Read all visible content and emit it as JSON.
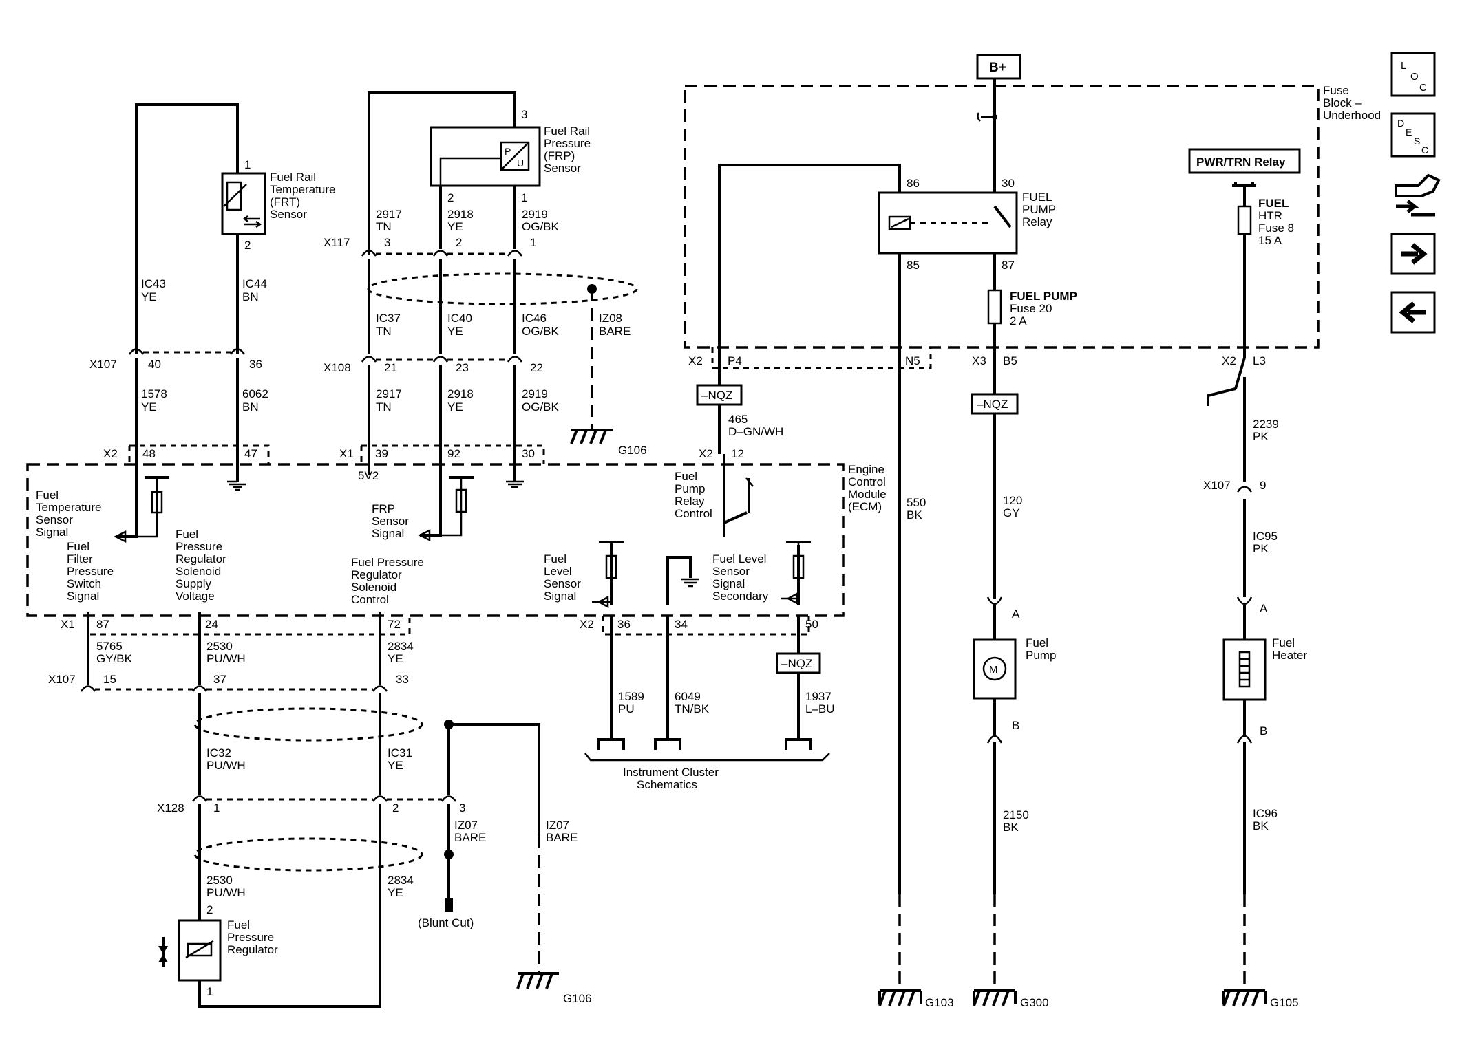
{
  "components": {
    "frt_sensor": [
      "Fuel Rail",
      "Temperature",
      "(FRT)",
      "Sensor"
    ],
    "frp_sensor": [
      "Fuel Rail",
      "Pressure",
      "(FRP)",
      "Sensor"
    ],
    "fuel_pump_relay": [
      "FUEL",
      "PUMP",
      "Relay"
    ],
    "fuse_block": [
      "Fuse",
      "Block –",
      "Underhood"
    ],
    "fuel_htr_fuse": [
      "FUEL",
      "HTR",
      "Fuse 8",
      "15 A"
    ],
    "fuel_pump_fuse": [
      "FUEL PUMP",
      "Fuse 20",
      "2 A"
    ],
    "ecm": [
      "Engine",
      "Control",
      "Module",
      "(ECM)"
    ],
    "fuel_pump": [
      "Fuel",
      "Pump"
    ],
    "fuel_heater": [
      "Fuel",
      "Heater"
    ],
    "fuel_pressure_regulator": [
      "Fuel",
      "Pressure",
      "Regulator"
    ],
    "instrument_cluster": [
      "Instrument Cluster",
      "Schematics"
    ]
  },
  "badges": {
    "b_plus": "B+",
    "pwr_trn_relay": "PWR/TRN Relay",
    "nqz": "–NQZ"
  },
  "ecm_signals": {
    "fuel_temp": [
      "Fuel",
      "Temperature",
      "Sensor",
      "Signal"
    ],
    "fuel_filter": [
      "Fuel",
      "Filter",
      "Pressure",
      "Switch",
      "Signal"
    ],
    "fpr_supply": [
      "Fuel",
      "Pressure",
      "Regulator",
      "Solenoid",
      "Supply",
      "Voltage"
    ],
    "frp_signal": [
      "FRP",
      "Sensor",
      "Signal"
    ],
    "fpr_control": [
      "Fuel Pressure",
      "Regulator",
      "Solenoid",
      "Control"
    ],
    "fuel_pump_relay_control": [
      "Fuel",
      "Pump",
      "Relay",
      "Control"
    ],
    "fuel_level_signal": [
      "Fuel",
      "Level",
      "Sensor",
      "Signal"
    ],
    "fuel_level_secondary": [
      "Fuel Level",
      "Sensor",
      "Signal",
      "Secondary"
    ],
    "five_v": "5V2"
  },
  "connectors": {
    "x107": "X107",
    "x108": "X108",
    "x117": "X117",
    "x128": "X128",
    "x1": "X1",
    "x2": "X2",
    "x3": "X3"
  },
  "pins": {
    "frt_1": "1",
    "frt_2": "2",
    "frp_3": "3",
    "frp_2": "2",
    "frp_1": "1",
    "x117_3": "3",
    "x117_2": "2",
    "x117_1": "1",
    "x108_21": "21",
    "x108_23": "23",
    "x108_22": "22",
    "x107_40": "40",
    "x107_36": "36",
    "ecm_x2_48": "48",
    "ecm_x2_47": "47",
    "ecm_x1_39": "39",
    "ecm_x1_92": "92",
    "ecm_x1_30": "30",
    "ecm_x2_12": "12",
    "ecm_x1_87": "87",
    "ecm_x1_24": "24",
    "ecm_x1_72": "72",
    "ecm_x2_36": "36",
    "ecm_x2_34": "34",
    "ecm_x2_50": "50",
    "x107_15": "15",
    "x107_37": "37",
    "x107_33": "33",
    "x128_1": "1",
    "x128_2": "2",
    "x128_3": "3",
    "fpr_2": "2",
    "fpr_1": "1",
    "relay_86": "86",
    "relay_30": "30",
    "relay_85": "85",
    "relay_87": "87",
    "fb_p4": "P4",
    "fb_n5": "N5",
    "fb_b5": "B5",
    "fb_l3": "L3",
    "x107_9": "9",
    "pump_a": "A",
    "pump_b": "B",
    "heater_a": "A",
    "heater_b": "B"
  },
  "wires": {
    "ic43": [
      "IC43",
      "YE"
    ],
    "ic44": [
      "IC44",
      "BN"
    ],
    "w1578": [
      "1578",
      "YE"
    ],
    "w6062": [
      "6062",
      "BN"
    ],
    "w2917a": [
      "2917",
      "TN"
    ],
    "w2918a": [
      "2918",
      "YE"
    ],
    "w2919a": [
      "2919",
      "OG/BK"
    ],
    "ic37": [
      "IC37",
      "TN"
    ],
    "ic40": [
      "IC40",
      "YE"
    ],
    "ic46": [
      "IC46",
      "OG/BK"
    ],
    "w2917b": [
      "2917",
      "TN"
    ],
    "w2918b": [
      "2918",
      "YE"
    ],
    "w2919b": [
      "2919",
      "OG/BK"
    ],
    "iz08": [
      "IZ08",
      "BARE"
    ],
    "w465": [
      "465",
      "D–GN/WH"
    ],
    "w5765": [
      "5765",
      "GY/BK"
    ],
    "w2530a": [
      "2530",
      "PU/WH"
    ],
    "w2834a": [
      "2834",
      "YE"
    ],
    "ic32": [
      "IC32",
      "PU/WH"
    ],
    "ic31": [
      "IC31",
      "YE"
    ],
    "iz07a": [
      "IZ07",
      "BARE"
    ],
    "iz07b": [
      "IZ07",
      "BARE"
    ],
    "w2530b": [
      "2530",
      "PU/WH"
    ],
    "w2834b": [
      "2834",
      "YE"
    ],
    "w1589": [
      "1589",
      "PU"
    ],
    "w6049": [
      "6049",
      "TN/BK"
    ],
    "w1937": [
      "1937",
      "L–BU"
    ],
    "w550": [
      "550",
      "BK"
    ],
    "w120": [
      "120",
      "GY"
    ],
    "w2150": [
      "2150",
      "BK"
    ],
    "w2239": [
      "2239",
      "PK"
    ],
    "ic95": [
      "IC95",
      "PK"
    ],
    "ic96": [
      "IC96",
      "BK"
    ]
  },
  "grounds": {
    "g106a": "G106",
    "g106b": "G106",
    "g103": "G103",
    "g300": "G300",
    "g105": "G105"
  },
  "notes": {
    "blunt_cut": "(Blunt Cut)"
  },
  "nav": {
    "loc": [
      "L",
      "O",
      "C"
    ],
    "desc": [
      "D",
      "E",
      "S",
      "C"
    ]
  }
}
